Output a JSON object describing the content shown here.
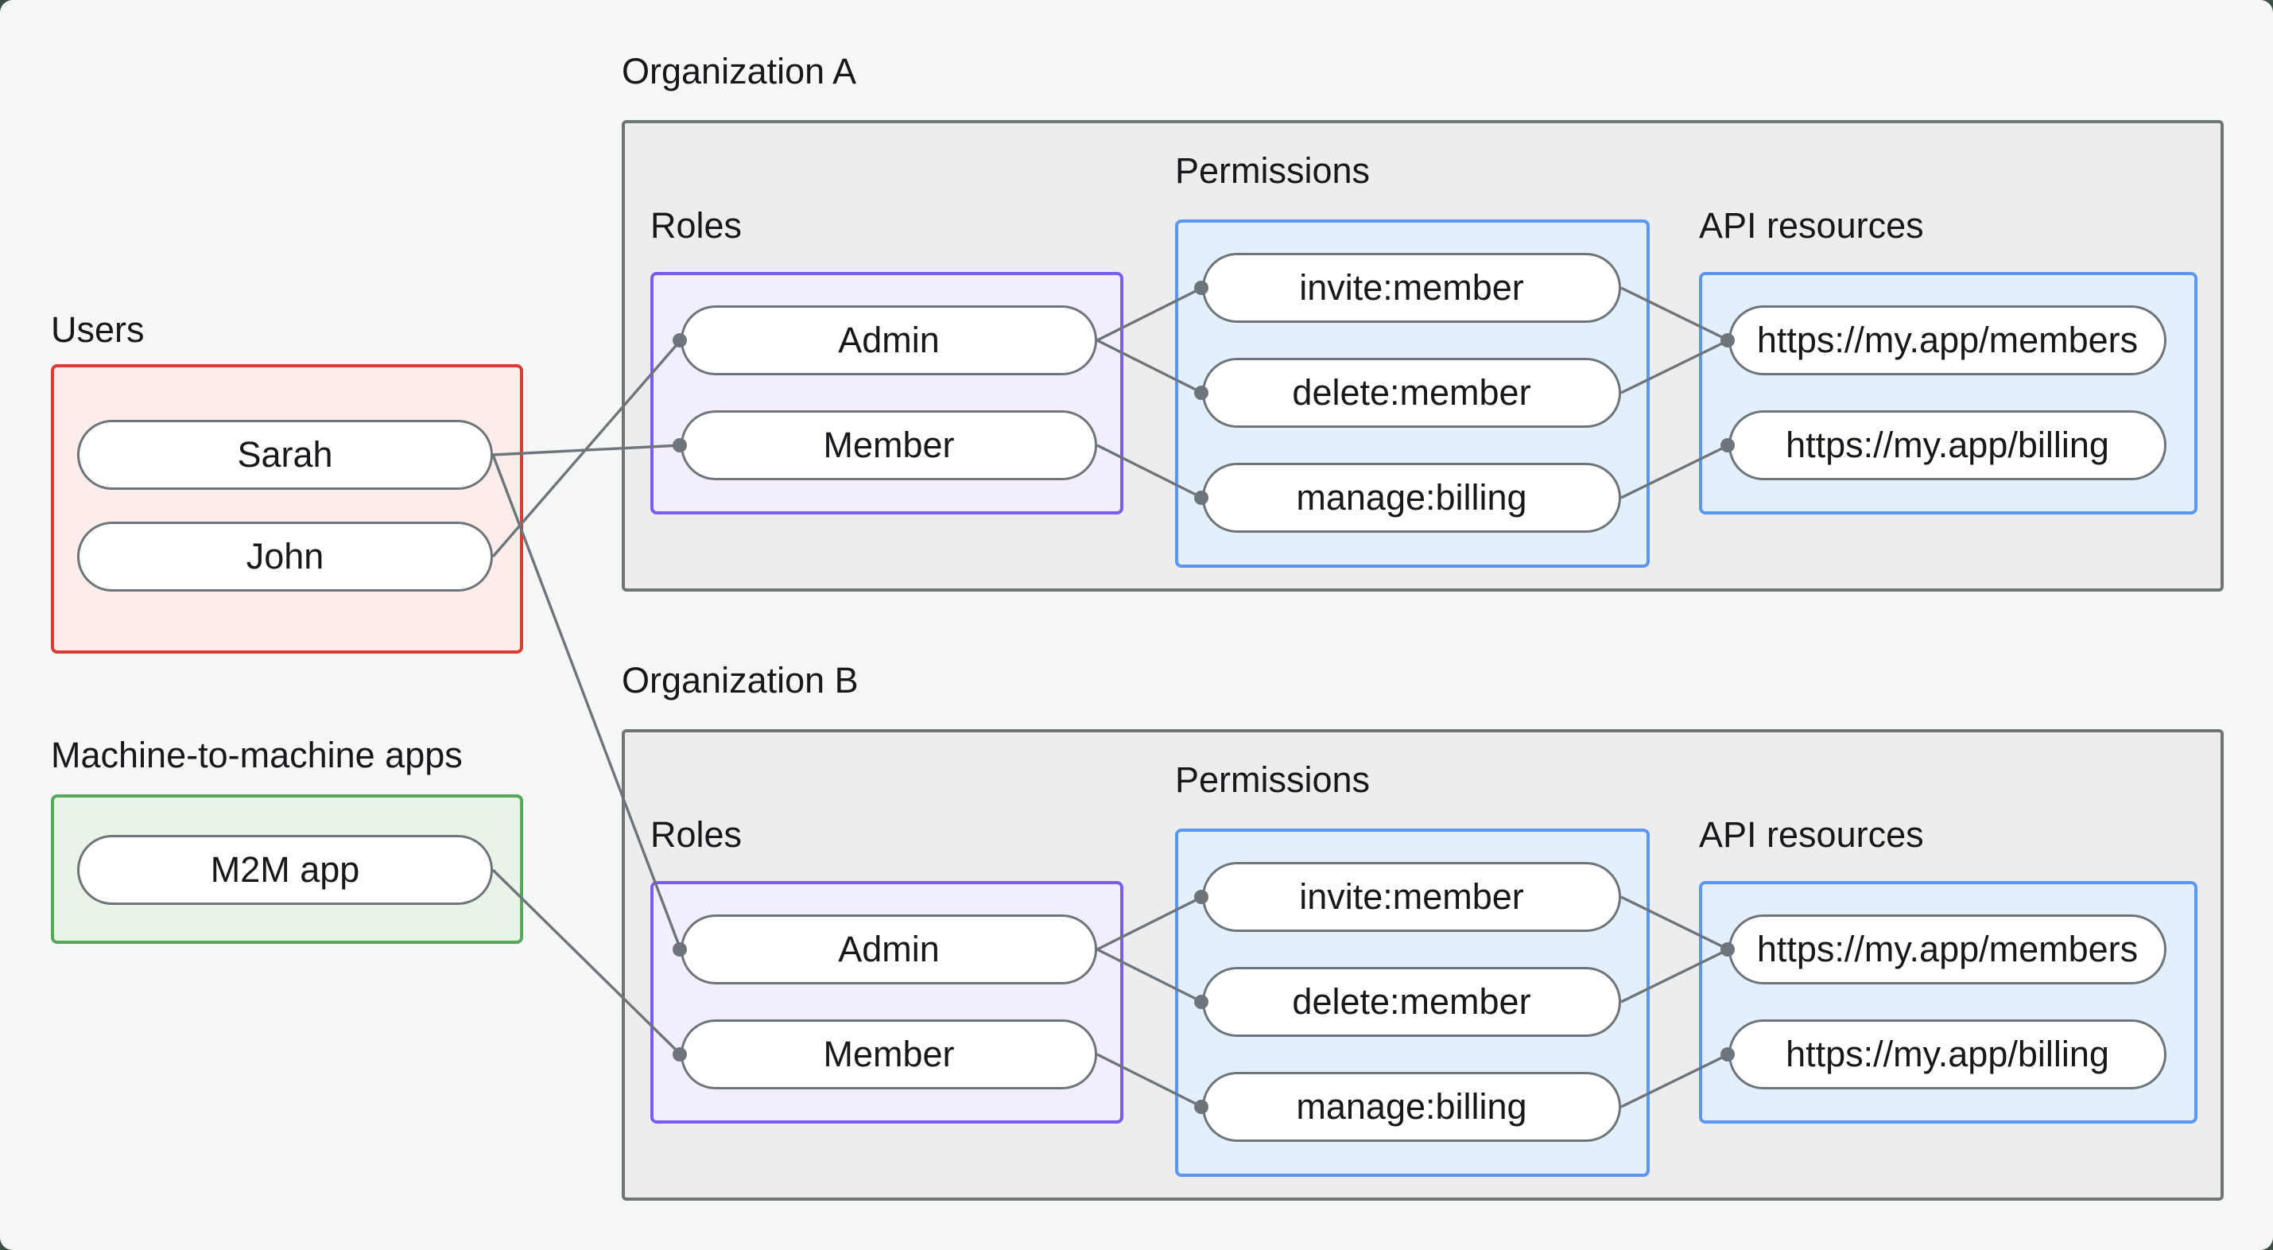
{
  "groups": {
    "users": {
      "title": "Users",
      "items": [
        {
          "id": "sarah",
          "label": "Sarah"
        },
        {
          "id": "john",
          "label": "John"
        }
      ],
      "accent_color": "#d93b35"
    },
    "m2m": {
      "title": "Machine-to-machine apps",
      "items": [
        {
          "id": "m2m",
          "label": "M2M app"
        }
      ],
      "accent_color": "#57a95a"
    }
  },
  "organizations": [
    {
      "title": "Organization A",
      "roles_label": "Roles",
      "permissions_label": "Permissions",
      "api_label": "API resources",
      "roles": [
        {
          "id": "orgA-admin",
          "label": "Admin"
        },
        {
          "id": "orgA-member",
          "label": "Member"
        }
      ],
      "permissions": [
        {
          "id": "orgA-invite",
          "label": "invite:member"
        },
        {
          "id": "orgA-delete",
          "label": "delete:member"
        },
        {
          "id": "orgA-manage",
          "label": "manage:billing"
        }
      ],
      "api_resources": [
        {
          "id": "orgA-members",
          "label": "https://my.app/members"
        },
        {
          "id": "orgA-billing",
          "label": "https://my.app/billing"
        }
      ]
    },
    {
      "title": "Organization B",
      "roles_label": "Roles",
      "permissions_label": "Permissions",
      "api_label": "API resources",
      "roles": [
        {
          "id": "orgB-admin",
          "label": "Admin"
        },
        {
          "id": "orgB-member",
          "label": "Member"
        }
      ],
      "permissions": [
        {
          "id": "orgB-invite",
          "label": "invite:member"
        },
        {
          "id": "orgB-delete",
          "label": "delete:member"
        },
        {
          "id": "orgB-manage",
          "label": "manage:billing"
        }
      ],
      "api_resources": [
        {
          "id": "orgB-members",
          "label": "https://my.app/members"
        },
        {
          "id": "orgB-billing",
          "label": "https://my.app/billing"
        }
      ]
    }
  ],
  "edges": [
    {
      "from": "sarah",
      "to": "orgA-member"
    },
    {
      "from": "sarah",
      "to": "orgB-admin"
    },
    {
      "from": "john",
      "to": "orgA-admin"
    },
    {
      "from": "m2m",
      "to": "orgB-member"
    },
    {
      "from": "orgA-admin",
      "to": "orgA-invite"
    },
    {
      "from": "orgA-admin",
      "to": "orgA-delete"
    },
    {
      "from": "orgA-member",
      "to": "orgA-manage"
    },
    {
      "from": "orgA-invite",
      "to": "orgA-members"
    },
    {
      "from": "orgA-delete",
      "to": "orgA-members"
    },
    {
      "from": "orgA-manage",
      "to": "orgA-billing"
    },
    {
      "from": "orgB-admin",
      "to": "orgB-invite"
    },
    {
      "from": "orgB-admin",
      "to": "orgB-delete"
    },
    {
      "from": "orgB-member",
      "to": "orgB-manage"
    },
    {
      "from": "orgB-invite",
      "to": "orgB-members"
    },
    {
      "from": "orgB-delete",
      "to": "orgB-members"
    },
    {
      "from": "orgB-manage",
      "to": "orgB-billing"
    }
  ],
  "colors": {
    "page_background": "#f6f7f7",
    "container_fill": "#ededee",
    "container_border": "#6f7577",
    "users_border": "#d93b35",
    "users_fill": "#fcecea",
    "m2m_border": "#57a95a",
    "m2m_fill": "#e9f4e9",
    "roles_border": "#7b5bf5",
    "roles_fill": "#f3eefc",
    "blue_border": "#5b96f2",
    "blue_fill": "#e4effc",
    "connector": "#6e757a",
    "text": "#16181b"
  }
}
